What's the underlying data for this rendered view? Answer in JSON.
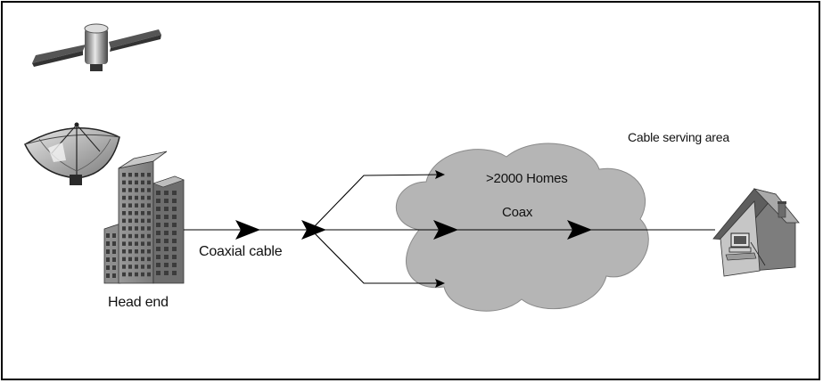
{
  "labels": {
    "serving_area": "Cable serving area",
    "homes": ">2000 Homes",
    "coax": "Coax",
    "coaxial_cable": "Coaxial cable",
    "head_end": "Head end"
  },
  "icons": {
    "satellite": "satellite-icon",
    "dish": "satellite-dish-icon",
    "building": "head-end-building-icon",
    "cloud": "cable-network-cloud",
    "house": "home-with-computer-icon"
  },
  "colors": {
    "line": "#000000",
    "cloud": "#b5b5b5",
    "building": "#8a8a8a",
    "house": "#9a9a9a"
  }
}
